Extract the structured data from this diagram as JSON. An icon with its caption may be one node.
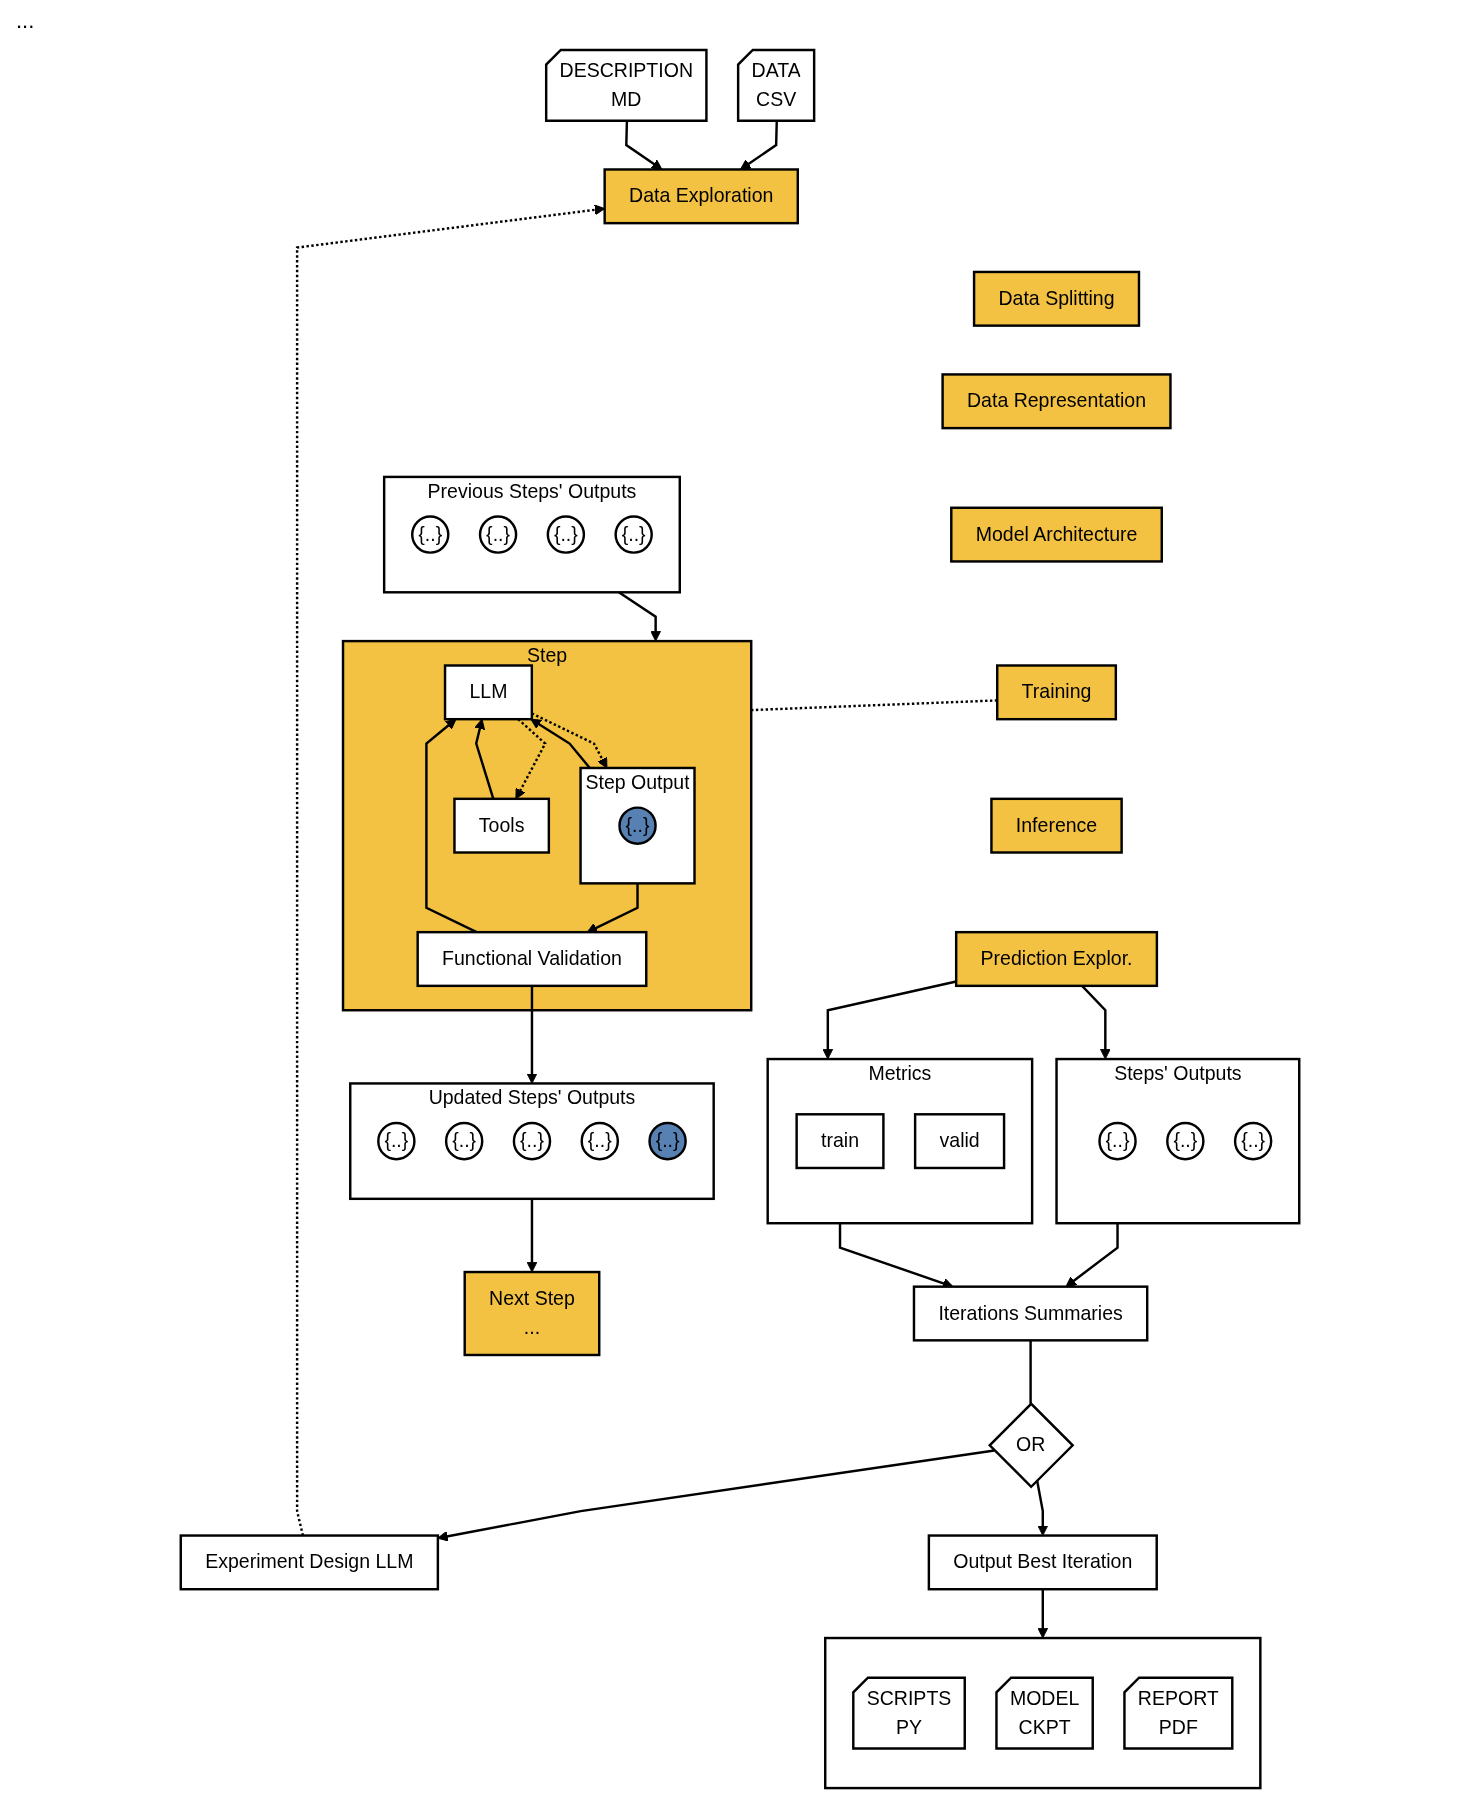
{
  "diagram": {
    "nodes": [
      {
        "text": [
          "DATA",
          "CSV"
        ]
      },
      {
        "text": [
          "DESCRIPTION",
          "MD"
        ]
      },
      {
        "text": [
          "Data Exploration"
        ]
      },
      {
        "text": [
          "Data Splitting"
        ]
      },
      {
        "text": [
          "Data Representation"
        ]
      },
      {
        "text": [
          "Model Architecture"
        ]
      },
      {
        "text": [
          "Training"
        ]
      },
      {
        "text": [
          "Inference"
        ]
      },
      {
        "text": [
          "Prediction Explor."
        ]
      },
      {
        "text": [
          "Steps' Outputs"
        ]
      },
      {
        "text": [
          "{..}"
        ],
        "in": 9
      },
      {
        "text": [
          "{..}"
        ],
        "in": 9
      },
      {
        "text": [
          "{..}"
        ],
        "in": 9
      },
      {
        "text": [
          "Metrics"
        ]
      },
      {
        "text": [
          "train"
        ],
        "in": 13
      },
      {
        "text": [
          "valid"
        ],
        "in": 13
      },
      {
        "text": [
          "Iterations Summaries"
        ]
      },
      {
        "text": [
          "OR"
        ]
      },
      {
        "text": [
          "Experiment Design LLM"
        ]
      },
      {
        "text": [
          "Output Best Iteration"
        ]
      },
      {
        "text": [],
        "shape": "box"
      },
      {
        "text": [
          "SCRIPTS",
          "PY"
        ],
        "in": 20
      },
      {
        "text": [
          "MODEL",
          "CKPT"
        ],
        "in": 20
      },
      {
        "text": [
          "REPORT",
          "PDF"
        ],
        "in": 20
      },
      {
        "text": [
          "Previous Steps' Outputs"
        ]
      },
      {
        "text": [
          "{..}"
        ],
        "in": 24
      },
      {
        "text": [
          "{..}"
        ],
        "in": 24
      },
      {
        "text": [
          "{..}"
        ],
        "in": 24
      },
      {
        "text": [
          "{..}"
        ],
        "in": 24
      },
      {
        "text": [
          "Step"
        ]
      },
      {
        "text": [
          "LLM"
        ],
        "in": 29
      },
      {
        "text": [
          "Tools"
        ],
        "in": 29
      },
      {
        "text": [
          "Step Output"
        ],
        "in": 29
      },
      {
        "text": [
          "{..}"
        ],
        "in": 32
      },
      {
        "text": [
          "Functional Validation"
        ],
        "in": 29
      },
      {
        "text": [
          "Updated Steps' Outputs"
        ]
      },
      {
        "text": [
          "{..}"
        ],
        "in": 35
      },
      {
        "text": [
          "{..}"
        ],
        "in": 35
      },
      {
        "text": [
          "{..}"
        ],
        "in": 35
      },
      {
        "text": [
          "{..}"
        ],
        "in": 35
      },
      {
        "text": [
          "{..}"
        ],
        "in": 35
      },
      {
        "text": [
          "Next Step",
          "..."
        ]
      }
    ],
    "edges": [
      {
        "from": 0,
        "to": 2,
        "arrow": "to"
      },
      {
        "from": 1,
        "to": 2,
        "arrow": "to"
      },
      {
        "from": 8,
        "to": 9,
        "arrow": "to"
      },
      {
        "from": 8,
        "to": 13,
        "arrow": "to"
      },
      {
        "from": 9,
        "to": 16,
        "arrow": "to"
      },
      {
        "from": 13,
        "to": 16,
        "arrow": "to"
      },
      {
        "from": 16,
        "to": 17,
        "arrow": "none"
      },
      {
        "from": 17,
        "to": 18,
        "arrow": "to"
      },
      {
        "from": 17,
        "to": 19,
        "arrow": "to"
      },
      {
        "from": 18,
        "to": 2,
        "arrow": "to",
        "style": "dashed"
      },
      {
        "from": 19,
        "to": 20,
        "arrow": "to"
      },
      {
        "from": 6,
        "to": 29,
        "arrow": "none",
        "style": "dashed"
      },
      {
        "from": 24,
        "to": 29,
        "arrow": "to"
      },
      {
        "from": 30,
        "to": 31,
        "arrow": "to",
        "style": "dashed"
      },
      {
        "from": 31,
        "to": 30,
        "arrow": "to"
      },
      {
        "from": 30,
        "to": 32,
        "arrow": "to",
        "style": "dashed"
      },
      {
        "from": 32,
        "to": 34,
        "arrow": "to"
      },
      {
        "from": 32,
        "to": 30,
        "arrow": "to"
      },
      {
        "from": 34,
        "to": 30,
        "arrow": "to"
      },
      {
        "from": 34,
        "to": 35,
        "arrow": "to"
      },
      {
        "from": 35,
        "to": 41,
        "arrow": "to"
      }
    ],
    "labels": [
      "..."
    ]
  }
}
